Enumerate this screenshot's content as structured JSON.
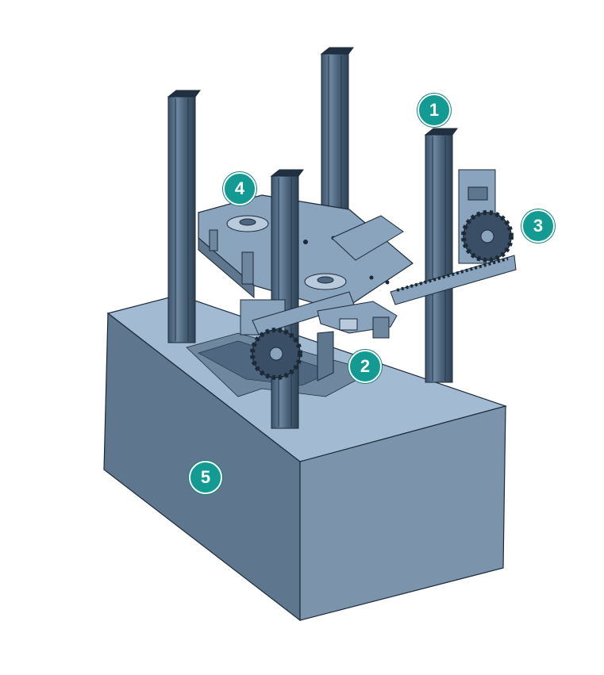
{
  "colors": {
    "callout_fill": "#129a93",
    "callout_text": "#ffffff",
    "block_top": "#a2bbd3",
    "block_left": "#5d758d",
    "block_right": "#7a93ab",
    "extrusion": "#4e6680",
    "plate": "#8aa4bd",
    "gear": "#2f4256",
    "edge": "#1c2a38"
  },
  "callouts": [
    {
      "id": 1,
      "label": "1",
      "part": "aluminum-extrusion"
    },
    {
      "id": 2,
      "label": "2",
      "part": "gripper-mechanism"
    },
    {
      "id": 3,
      "label": "3",
      "part": "gear-rack-drive"
    },
    {
      "id": 4,
      "label": "4",
      "part": "top-mounting-plate"
    },
    {
      "id": 5,
      "label": "5",
      "part": "base-block"
    }
  ]
}
